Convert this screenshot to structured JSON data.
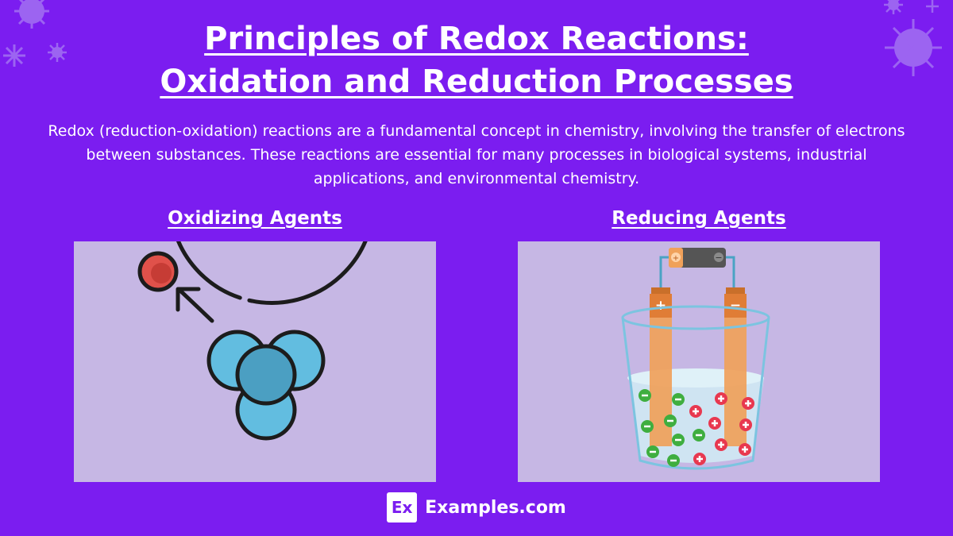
{
  "title": {
    "line1": "Principles of Redox Reactions:",
    "line2": "Oxidation and Reduction Processes"
  },
  "intro": "Redox (reduction-oxidation) reactions are a fundamental concept in chemistry, involving the transfer of electrons between substances. These reactions are essential for many processes in biological systems, industrial applications, and environmental chemistry.",
  "panels": [
    {
      "label": "Oxidizing Agents",
      "icon": "atom-electron-loss-icon"
    },
    {
      "label": "Reducing Agents",
      "icon": "electrolysis-beaker-icon"
    }
  ],
  "battery": {
    "positive": "+",
    "negative": "−"
  },
  "electrodes": {
    "positive": "+",
    "negative": "−"
  },
  "footer": {
    "logo": "Ex",
    "brand": "Examples.com"
  },
  "colors": {
    "background": "#7b1df0",
    "panel": "#c6b7e4",
    "electron": "#e0514a",
    "nucleus": "#62bde0",
    "anion": "#3fae3f",
    "cation": "#e8384f",
    "electrode": "#f0a15a"
  }
}
